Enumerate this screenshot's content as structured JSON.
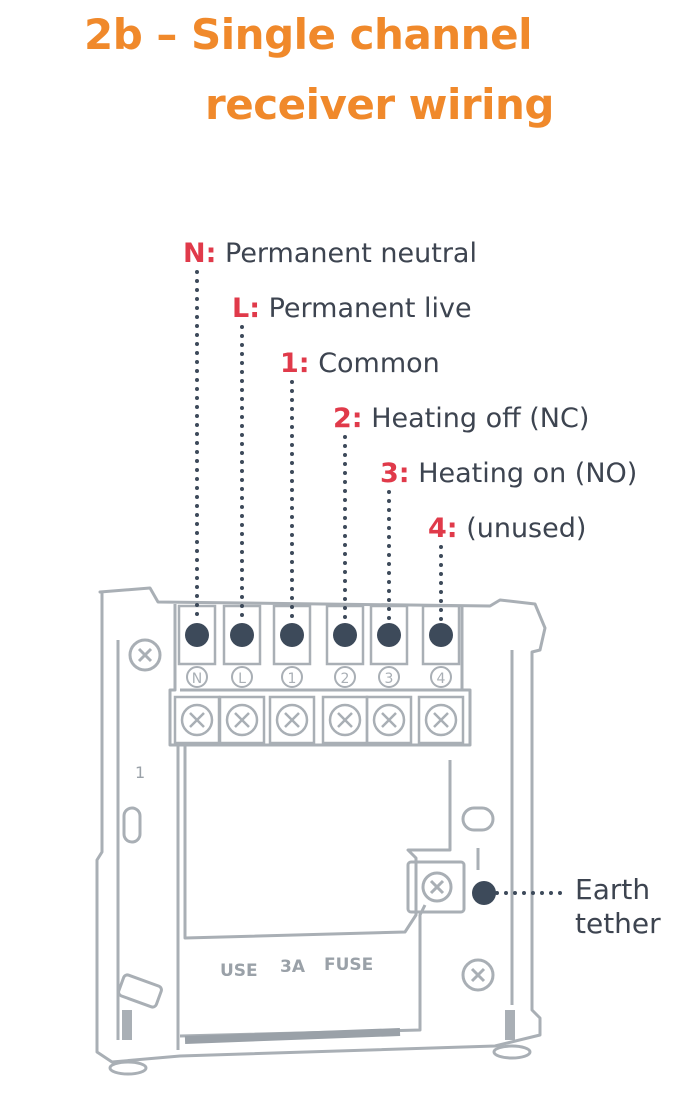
{
  "title": {
    "line1": "2b – Single channel",
    "line2": "receiver wiring"
  },
  "terminals": [
    {
      "key": "N:",
      "desc": "Permanent neutral",
      "mark": "N"
    },
    {
      "key": "L:",
      "desc": "Permanent live",
      "mark": "L"
    },
    {
      "key": "1:",
      "desc": "Common",
      "mark": "1"
    },
    {
      "key": "2:",
      "desc": "Heating off (NC)",
      "mark": "2"
    },
    {
      "key": "3:",
      "desc": "Heating on (NO)",
      "mark": "3"
    },
    {
      "key": "4:",
      "desc": "(unused)",
      "mark": "4"
    }
  ],
  "earth": {
    "line1": "Earth",
    "line2": "tether"
  },
  "plate": {
    "side_number": "1",
    "fuse_words": [
      "USE",
      "3A",
      "FUSE"
    ]
  },
  "colors": {
    "title": "#f0892b",
    "key": "#e03a4a",
    "text": "#3d4450",
    "dot": "#3d4a5a",
    "outline": "#a9afb5"
  }
}
